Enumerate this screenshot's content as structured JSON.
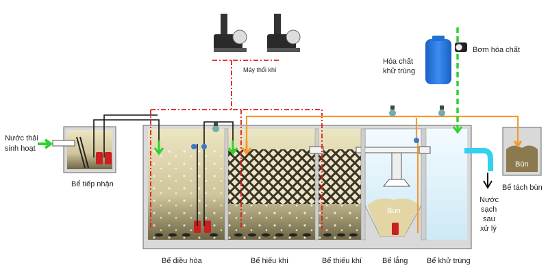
{
  "inlet": {
    "line1": "Nước thải",
    "line2": "sinh hoạt"
  },
  "tanks": {
    "receiving": "Bể tiếp nhận",
    "equalization": "Bể điều hòa",
    "aerobic": "Bể hiếu khí",
    "anoxic": "Bể thiếu khí",
    "settling": "Bể lắng",
    "disinfection": "Bể khử trùng",
    "sludge": "Bể tách bùn"
  },
  "blower": "Máy thổi khí",
  "chemical": {
    "line1": "Hóa chất",
    "line2": "khử trùng"
  },
  "chem_pump": "Bơm hóa chất",
  "sludge_label": "Bùn",
  "outlet": {
    "line1": "Nước",
    "line2": "sạch",
    "line3": "sau",
    "line4": "xử lý"
  },
  "colors": {
    "air_line": "#e21b1b",
    "return_line": "#f39a2e",
    "chem_line": "#2fd12f",
    "water_line": "#111111",
    "tank_wall": "#d6d6d6",
    "wastewater": "#cfc79a",
    "sludge": "#8b7a4e",
    "clear_water": "#e6f4fa",
    "chem_tank": "#1f6fd6"
  }
}
